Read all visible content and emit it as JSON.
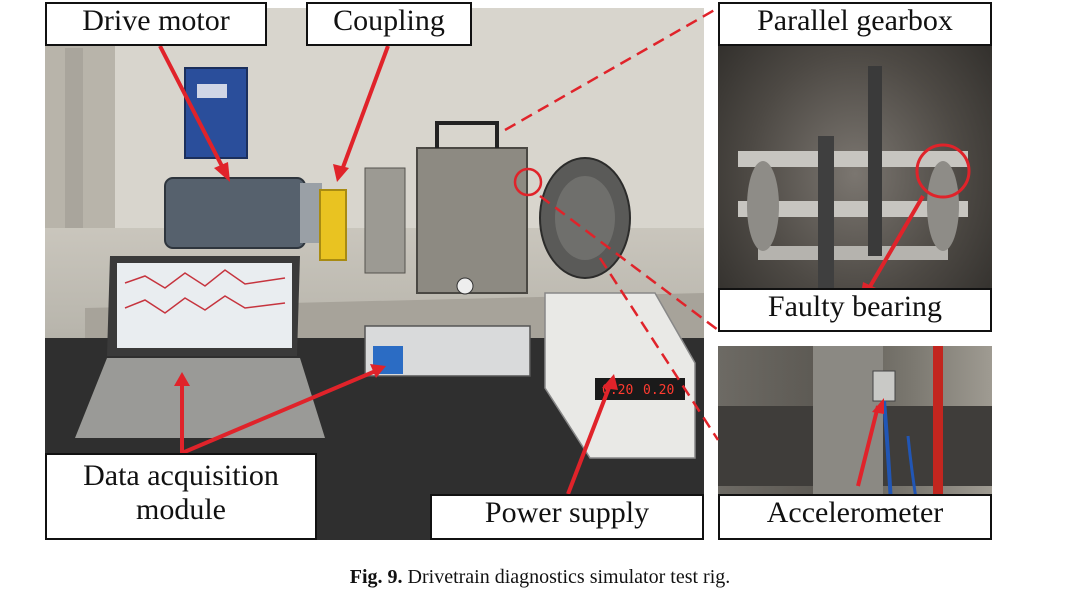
{
  "labels": {
    "drive_motor": "Drive motor",
    "coupling": "Coupling",
    "parallel_gearbox": "Parallel gearbox",
    "faulty_bearing": "Faulty bearing",
    "data_acquisition_line1": "Data acquisition",
    "data_acquisition_line2": "module",
    "power_supply": "Power supply",
    "accelerometer": "Accelerometer"
  },
  "caption": {
    "fig_number": "Fig. 9.",
    "text": "Drivetrain diagnostics simulator test rig."
  },
  "display_readout": {
    "left": "0.20",
    "right": "0.20"
  },
  "colors": {
    "arrow": "#e0232a",
    "label_border": "#111111",
    "caption": "#111111"
  }
}
